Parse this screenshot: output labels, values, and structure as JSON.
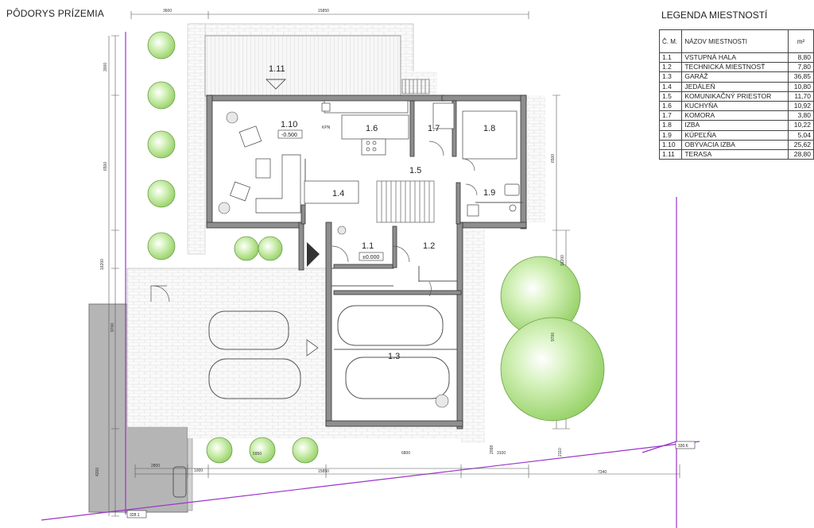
{
  "title": "PÔDORYS PRÍZEMIA",
  "legend": {
    "title": "LEGENDA MIESTNOSTÍ",
    "header_no": "Č. M.",
    "header_name": "NÁZOV MIESTNOSTI",
    "header_area": "m²",
    "rooms": [
      {
        "no": "1.1",
        "name": "VSTUPNÁ HALA",
        "area": "8,80"
      },
      {
        "no": "1.2",
        "name": "TECHNICKÁ MIESTNOSŤ",
        "area": "7,80"
      },
      {
        "no": "1.3",
        "name": "GARÁŽ",
        "area": "36,85"
      },
      {
        "no": "1.4",
        "name": "JEDÁLEŇ",
        "area": "10,80"
      },
      {
        "no": "1.5",
        "name": "KOMUNIKAČNÝ PRIESTOR",
        "area": "11,70"
      },
      {
        "no": "1.6",
        "name": "KUCHYŇA",
        "area": "10,92"
      },
      {
        "no": "1.7",
        "name": "KOMORA",
        "area": "3,80"
      },
      {
        "no": "1.8",
        "name": "IZBA",
        "area": "10,22"
      },
      {
        "no": "1.9",
        "name": "KÚPEĽŇA",
        "area": "5,04"
      },
      {
        "no": "1.10",
        "name": "OBÝVACIA IZBA",
        "area": "25,62"
      },
      {
        "no": "1.11",
        "name": "TERASA",
        "area": "28,80"
      }
    ]
  },
  "plan": {
    "room_labels": {
      "r1_1": "1.1",
      "r1_2": "1.2",
      "r1_3": "1.3",
      "r1_4": "1.4",
      "r1_5": "1.5",
      "r1_6": "1.6",
      "r1_7": "1.7",
      "r1_8": "1.8",
      "r1_9": "1.9",
      "r1_10": "1.10",
      "r1_11": "1.11"
    },
    "level_labels": {
      "living": "-0.500",
      "hall": "±0.000"
    },
    "dimensions": {
      "top_left": "3600",
      "top_main": "15850",
      "left_a": "3000",
      "left_b": "6500",
      "left_total": "16200",
      "left_c": "9700",
      "left_d": "4200",
      "right_a": "6500",
      "right_b": "16200",
      "right_c": "9700",
      "bottom_a": "2800",
      "bottom_b": "1000",
      "bottom_c": "5950",
      "bottom_d": "15850",
      "bottom_e": "6800",
      "bottom_f": "3100",
      "bottom_g": "2098",
      "bottom_h": "2110",
      "bottom_i": "7340"
    },
    "tags": {
      "kitchen_small": "KPN"
    },
    "markers": {
      "left": "328.1",
      "right": "330.6"
    }
  },
  "colors": {
    "wall": "#8e8e8e",
    "grass": "#a9df7a",
    "paving": "#d4d4d4",
    "property": "#9b34c9"
  }
}
